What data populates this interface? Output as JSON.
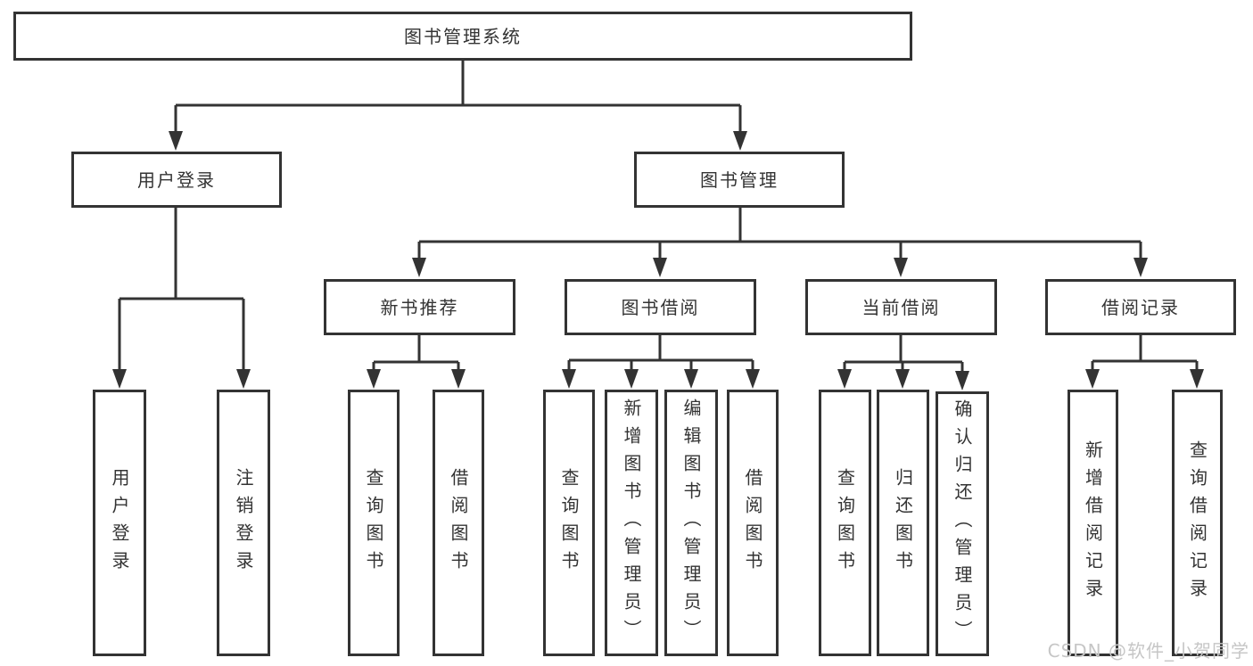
{
  "diagram": {
    "root": {
      "label": "图书管理系统"
    },
    "branches": [
      {
        "label": "用户登录",
        "children": [
          {
            "label": "用户登录"
          },
          {
            "label": "注销登录"
          }
        ]
      },
      {
        "label": "图书管理",
        "children": [
          {
            "label": "新书推荐",
            "children": [
              {
                "label": "查询图书"
              },
              {
                "label": "借阅图书"
              }
            ]
          },
          {
            "label": "图书借阅",
            "children": [
              {
                "label": "查询图书"
              },
              {
                "label": "新增图书（管理员）"
              },
              {
                "label": "编辑图书（管理员）"
              },
              {
                "label": "借阅图书"
              }
            ]
          },
          {
            "label": "当前借阅",
            "children": [
              {
                "label": "查询图书"
              },
              {
                "label": "归还图书"
              },
              {
                "label": "确认归还（管理员）"
              }
            ]
          },
          {
            "label": "借阅记录",
            "children": [
              {
                "label": "新增借阅记录"
              },
              {
                "label": "查询借阅记录"
              }
            ]
          }
        ]
      }
    ]
  },
  "watermark": {
    "text": "CSDN @软件_小贺同学"
  },
  "colors": {
    "line": "#333333",
    "background": "#ffffff",
    "box_background": "#ffffff",
    "text": "#333333",
    "watermark": "#c6c6c6"
  }
}
